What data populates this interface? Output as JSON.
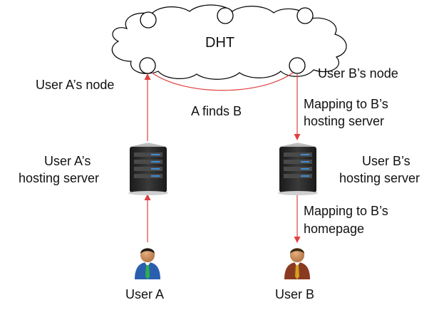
{
  "dht": {
    "label": "DHT"
  },
  "labels": {
    "user_a_node": "User A’s node",
    "user_b_node": "User B’s node",
    "a_finds_b": "A finds B",
    "mapping_hosting_line1": "Mapping to B’s",
    "mapping_hosting_line2": "hosting server",
    "user_a_server_line1": "User A’s",
    "user_a_server_line2": "hosting server",
    "user_b_server_line1": "User B’s",
    "user_b_server_line2": "hosting server",
    "mapping_homepage_line1": "Mapping to B’s",
    "mapping_homepage_line2": "homepage",
    "user_a": "User A",
    "user_b": "User B"
  },
  "colors": {
    "arrow": "#e04040",
    "cloud_stroke": "#000000",
    "node_stroke": "#000000",
    "server_body": "#2a2a2a",
    "server_led": "#3b8fd9",
    "user_a_shirt": "#2a5fb0",
    "user_b_shirt": "#8a3a20",
    "user_a_tie": "#2fb04a",
    "user_b_tie": "#d4a020"
  },
  "icons": {
    "server": "server-icon",
    "user": "user-icon"
  }
}
